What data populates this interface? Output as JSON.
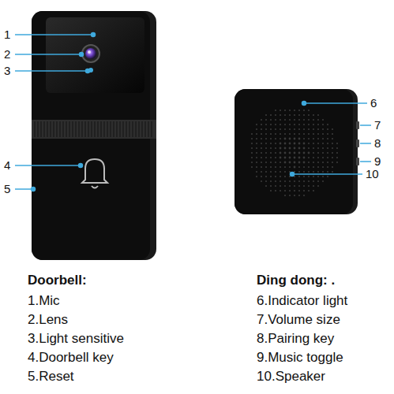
{
  "diagram": {
    "labels": [
      "1",
      "2",
      "3",
      "4",
      "5",
      "6",
      "7",
      "8",
      "9",
      "10",
      "Doorbell:",
      "1.Mic",
      "2.Lens",
      "3.Light sensitive",
      "4.Doorbell key",
      "5.Reset",
      "Ding dong: .",
      "6.Indicator light",
      "7.Volume size",
      "8.Pairing key",
      "9.Music toggle",
      "10.Speaker"
    ]
  }
}
